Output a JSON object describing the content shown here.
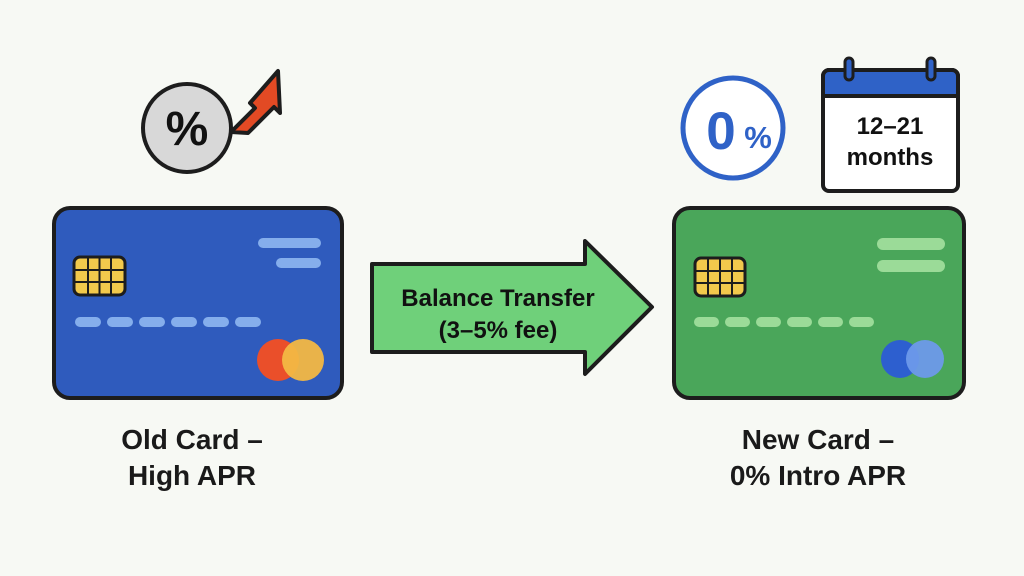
{
  "colors": {
    "background": "#f7f9f4",
    "old_card": "#2f5bbd",
    "new_card": "#4aa65a",
    "arrow": "#6fd07a",
    "red_arrow": "#e24a24",
    "outline": "#1d1d1d",
    "zero_percent_blue": "#2f62c7",
    "chip": "#f2c94c",
    "old_brand_left": "#ea4f2a",
    "old_brand_right": "#f3b843",
    "new_brand_left": "#2d5fcf",
    "new_brand_right": "#6d99ea"
  },
  "icons": {
    "old_apr": "percent-badge-icon",
    "rising": "trend-up-arrow-icon",
    "intro_apr": "zero-percent-circle-icon",
    "calendar": "calendar-icon",
    "transfer": "right-arrow-icon"
  },
  "old_card": {
    "percent_symbol": "%",
    "caption_line1": "Old Card –",
    "caption_line2": "High APR"
  },
  "transfer": {
    "line1": "Balance Transfer",
    "line2": "(3–5% fee)"
  },
  "new_card": {
    "zero": "0",
    "percent_symbol": "%",
    "calendar_line1": "12–21",
    "calendar_line2": "months",
    "caption_line1": "New Card –",
    "caption_line2": "0% Intro APR"
  }
}
